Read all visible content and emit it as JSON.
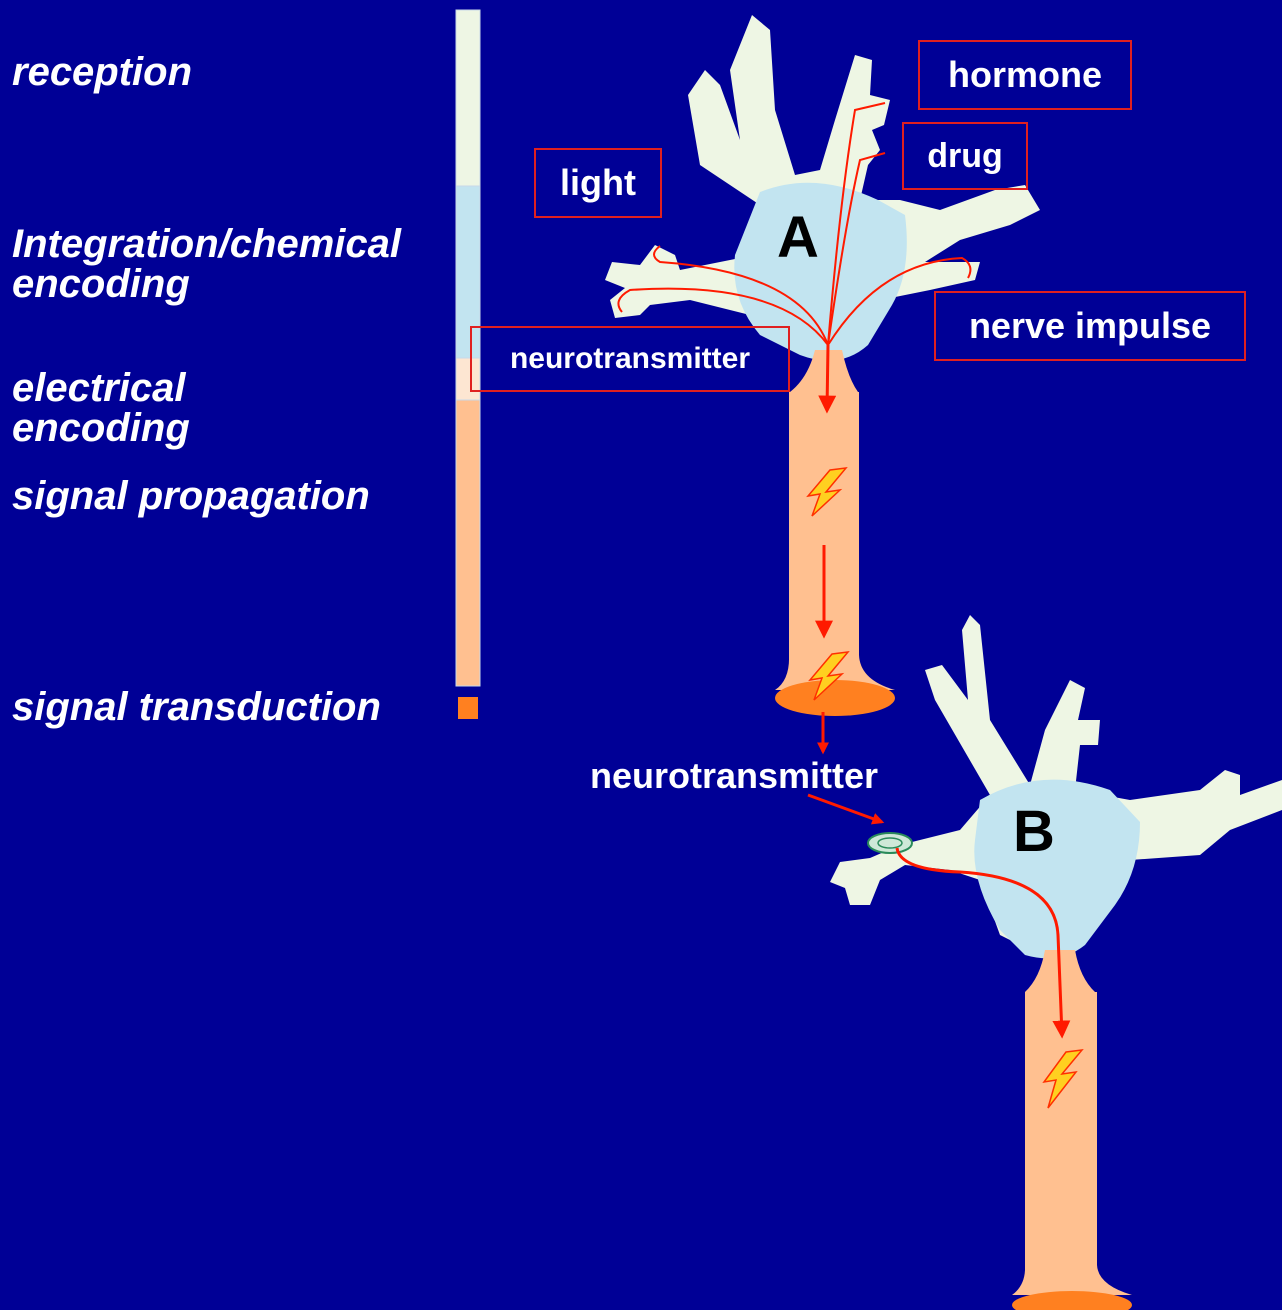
{
  "stages": [
    {
      "id": "reception",
      "label": "reception"
    },
    {
      "id": "integration",
      "label": "Integration/chemical\nencoding"
    },
    {
      "id": "electrical",
      "label": "electrical\nencoding"
    },
    {
      "id": "propagation",
      "label": "signal propagation"
    },
    {
      "id": "transduction",
      "label": "signal transduction"
    }
  ],
  "stimuli": {
    "hormone": "hormone",
    "drug": "drug",
    "light": "light",
    "nerve_impulse": "nerve impulse",
    "neurotransmitter_in": "neurotransmitter"
  },
  "neurons": {
    "a": "A",
    "b": "B"
  },
  "synapse_label": "neurotransmitter",
  "colors": {
    "background": "#000096",
    "dendrite": "#eef6e4",
    "soma": "#c2e4f0",
    "axon": "#ffc090",
    "terminal": "#ff8020",
    "signal": "#ff1a00",
    "box_border": "#e02020"
  }
}
